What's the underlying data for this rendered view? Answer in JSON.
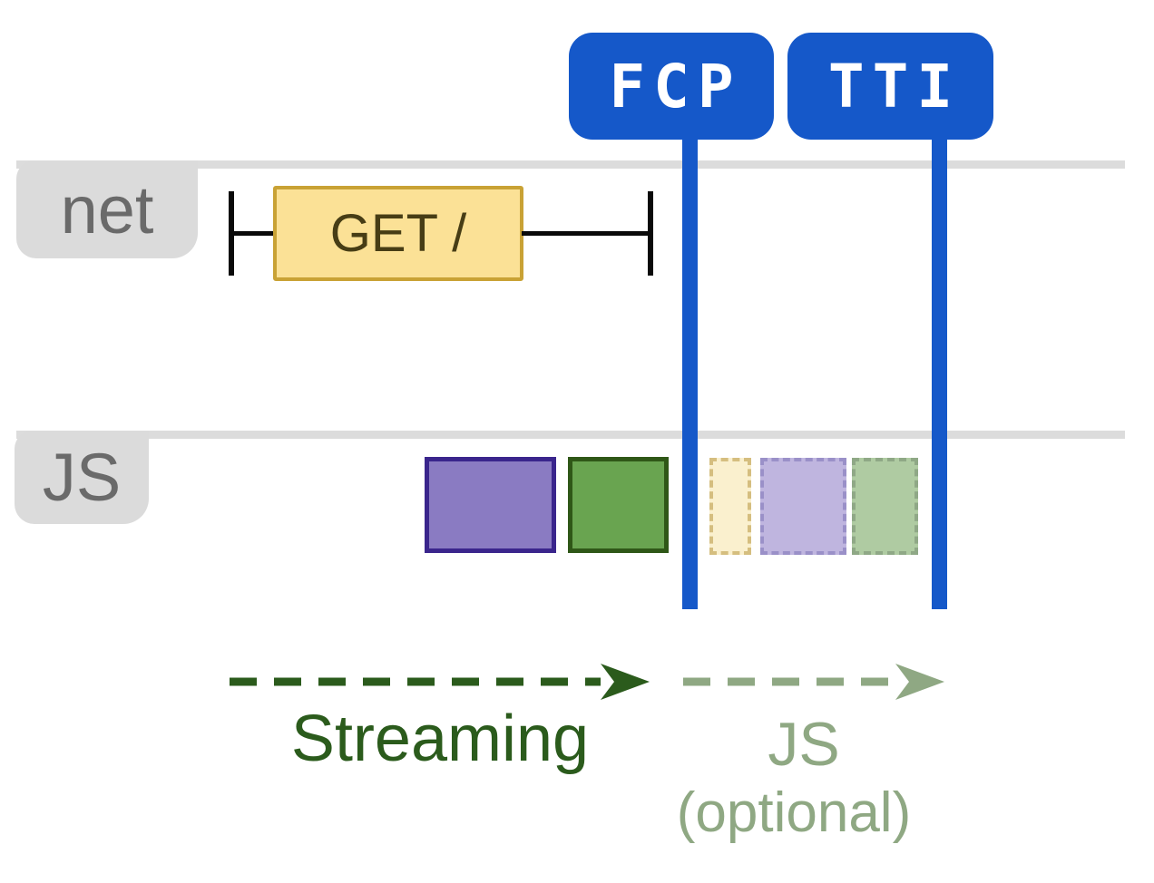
{
  "diagram": {
    "title_implied": "",
    "markers": [
      {
        "id": "fcp",
        "label": "FCP",
        "color": "#1558C9"
      },
      {
        "id": "tti",
        "label": "TTI",
        "color": "#1558C9"
      }
    ],
    "lanes": [
      {
        "id": "net",
        "label": "net"
      },
      {
        "id": "js",
        "label": "JS"
      }
    ],
    "network_request": {
      "label": "GET /",
      "fill": "#FBE196",
      "border": "#C9A235",
      "whisker_color": "#0a0a0a"
    },
    "js_tasks": [
      {
        "phase": "before-fcp",
        "faded": false,
        "fill": "#8A7BC2",
        "border": "#3A258C"
      },
      {
        "phase": "before-fcp",
        "faded": false,
        "fill": "#69A450",
        "border": "#2F5717"
      },
      {
        "phase": "after-fcp",
        "faded": true,
        "fill": "#FAF0CE",
        "border": "#D5BE7F"
      },
      {
        "phase": "after-fcp",
        "faded": true,
        "fill": "#BFB5DF",
        "border": "#9A90C8"
      },
      {
        "phase": "after-fcp",
        "faded": true,
        "fill": "#AFCBA2",
        "border": "#8FA886"
      }
    ],
    "annotations": {
      "streaming": {
        "label": "Streaming",
        "color": "#2B5B1C"
      },
      "js_optional": {
        "line1": "JS",
        "line2": "(optional)",
        "color": "#8FA883"
      }
    }
  }
}
